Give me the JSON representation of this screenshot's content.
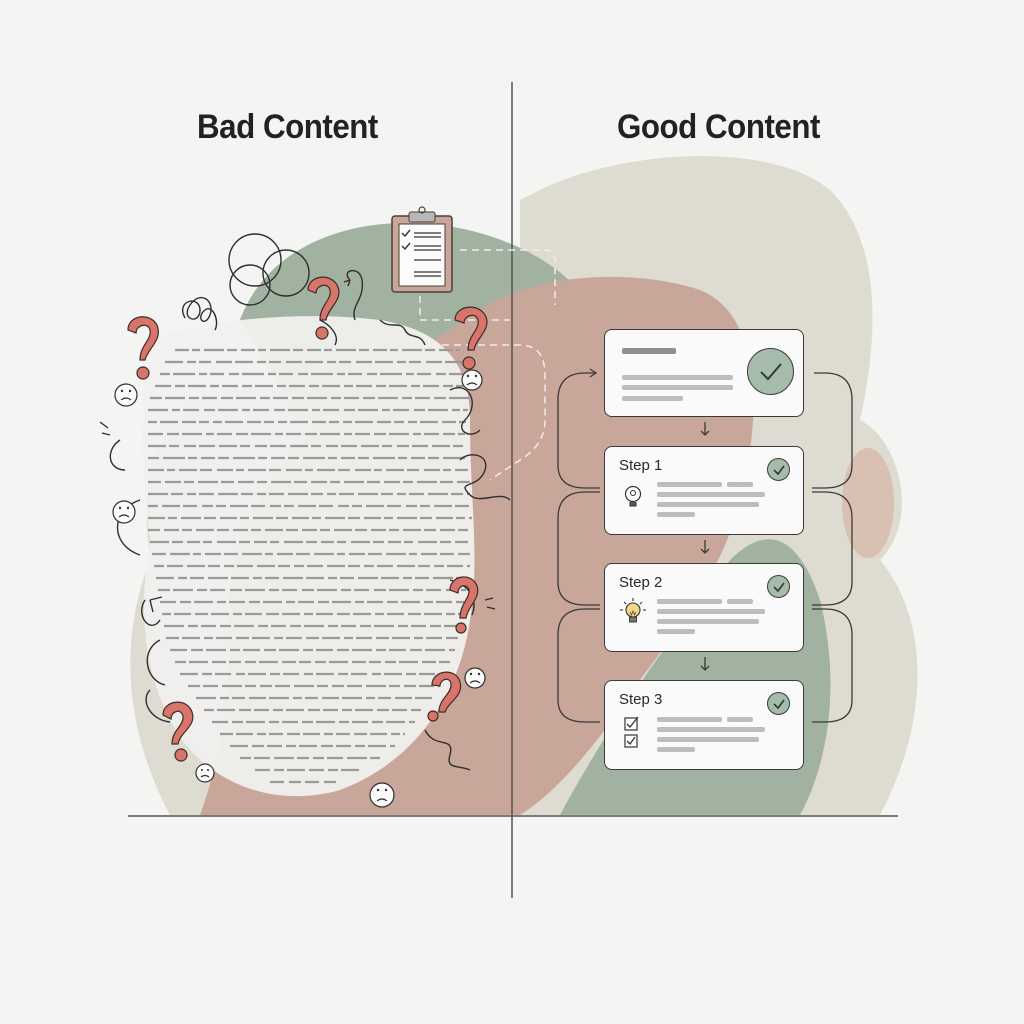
{
  "titles": {
    "left": "Bad Content",
    "right": "Good Content"
  },
  "colors": {
    "background": "#f4f4f3",
    "sage": "#9fb09d",
    "rose": "#c9a69a",
    "beige": "#dedbd1",
    "question_mark": "#d9746b",
    "check_fill": "#a5bcab",
    "line": "#3a3a3a"
  },
  "good_content": {
    "summary_card": {
      "icon": "check-circle-icon"
    },
    "steps": [
      {
        "label": "Step 1",
        "icon": "lightbulb-outline-icon",
        "status_icon": "check-circle-icon"
      },
      {
        "label": "Step 2",
        "icon": "lightbulb-lit-icon",
        "status_icon": "check-circle-icon"
      },
      {
        "label": "Step 3",
        "icon": "checklist-icon",
        "status_icon": "check-circle-icon"
      }
    ]
  },
  "bad_content": {
    "elements": [
      "clipboard-checklist-icon",
      "question-mark-icon",
      "sad-face-icon",
      "scribble-icon",
      "jumbled-text-cloud"
    ]
  }
}
